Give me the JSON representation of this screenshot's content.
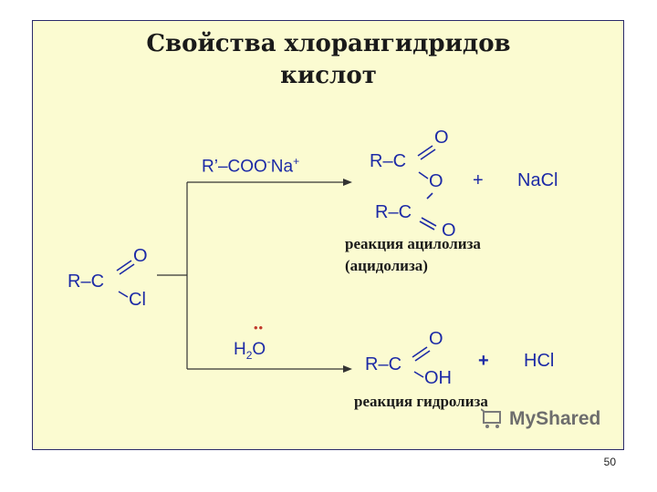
{
  "slide": {
    "title_line1": "Свойства хлорангидридов",
    "title_line2": "кислот",
    "reactant": {
      "r": "R–C",
      "o": "O",
      "cl": "Cl"
    },
    "upper": {
      "reagent_main": "R’–COO",
      "reagent_minus": "-",
      "reagent_na": "Na",
      "reagent_plus": "+",
      "product_r1": "R–C",
      "product_o_top": "O",
      "product_o_bridge": "O",
      "product_r2": "R–C",
      "product_o_bottom": "O",
      "plus": "+",
      "byproduct": "NaCl",
      "label_line1": "реакция ацилолиза",
      "label_line2": "(ацидолиза)"
    },
    "lower": {
      "reagent_h": "H",
      "reagent_sub": "2",
      "reagent_o": "O",
      "lone_pair": "••",
      "product_r": "R–C",
      "product_o": "O",
      "product_oh": "OH",
      "plus": "+",
      "byproduct": "HCl",
      "label": "реакция гидролиза"
    },
    "watermark": "MyShared",
    "page_number": "50"
  },
  "colors": {
    "background": "#fbfbd1",
    "formula": "#1c2aa6",
    "border": "#2a2a6a"
  }
}
